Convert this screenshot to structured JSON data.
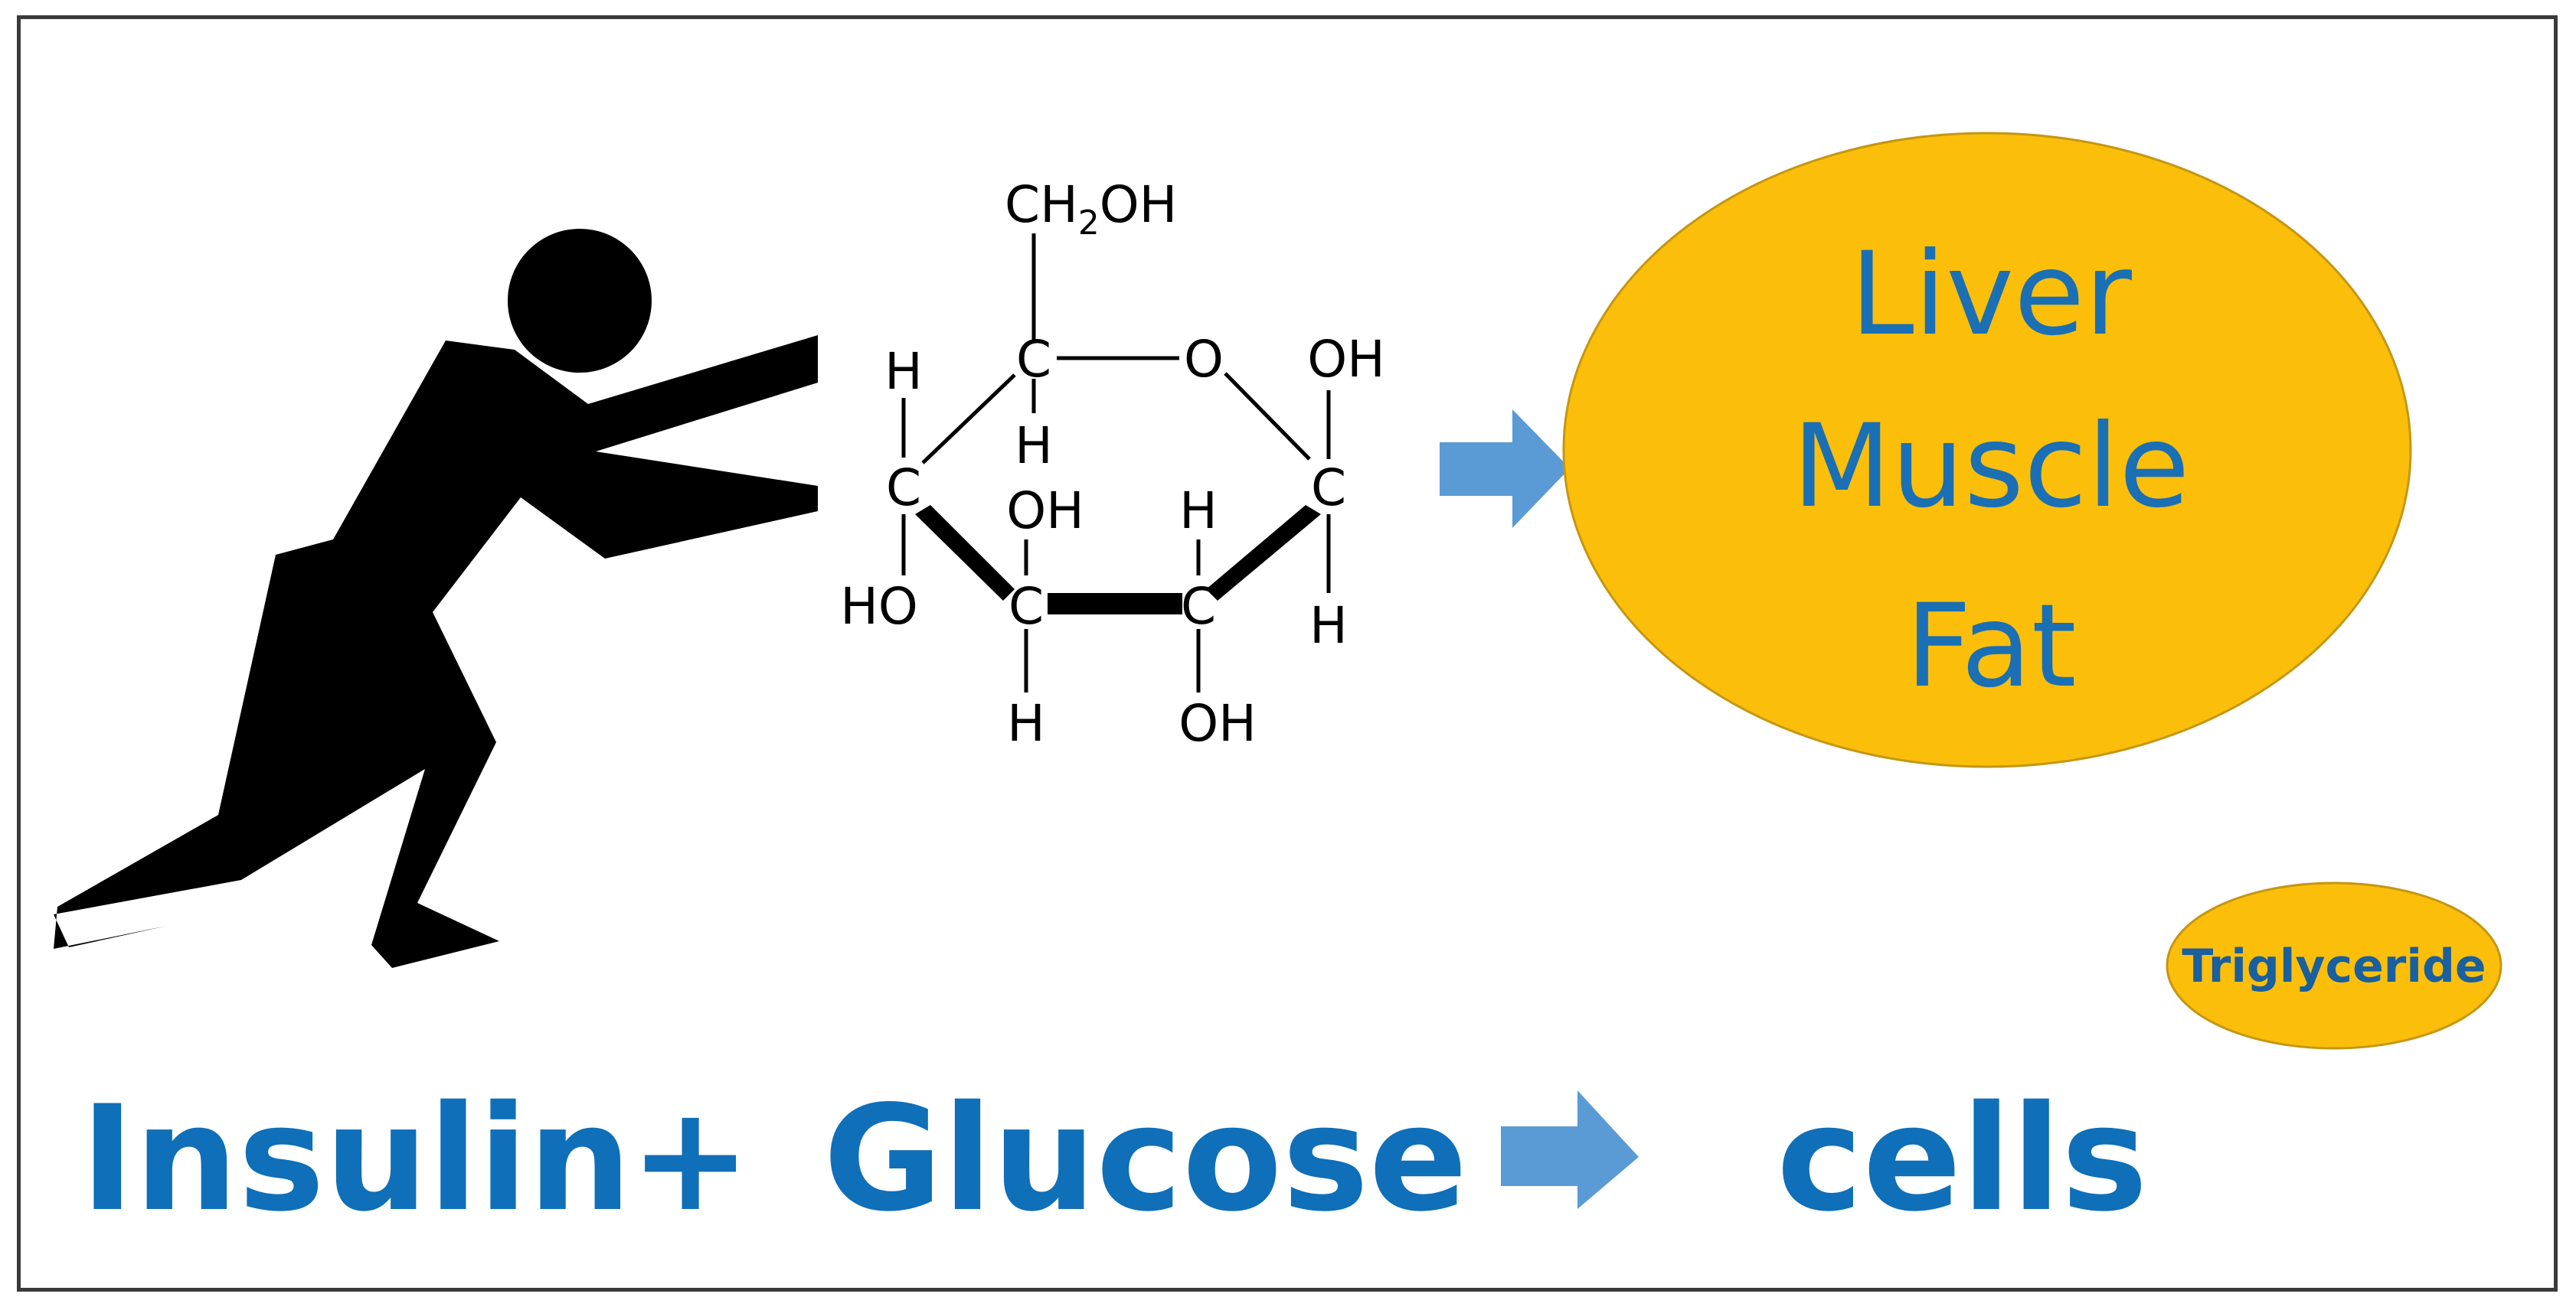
{
  "molecule": {
    "ch2oh_main": "CH",
    "ch2oh_sub": "2",
    "ch2oh_tail": "OH",
    "atoms": {
      "c5": "C",
      "h5_down": "H",
      "ring_o": "O",
      "oh1": "OH",
      "c4": "C",
      "h4": "H",
      "ho4": "HO",
      "c1": "C",
      "h1": "H",
      "c3": "C",
      "oh3": "OH",
      "h3": "H",
      "c2": "C",
      "h2": "H",
      "oh2": "OH"
    }
  },
  "cells_box": {
    "line1": "Liver",
    "line2": "Muscle",
    "line3": "Fat"
  },
  "triglyceride": "Triglyceride",
  "equation": {
    "insulin": "Insulin",
    "plus": "+",
    "glucose": "Glucose",
    "cells": "cells"
  },
  "colors": {
    "word_blue": "#0f6fb8",
    "oval_fill": "#fbbf0b",
    "arrow_blue": "#5b9bd5",
    "figure_black": "#000000"
  }
}
